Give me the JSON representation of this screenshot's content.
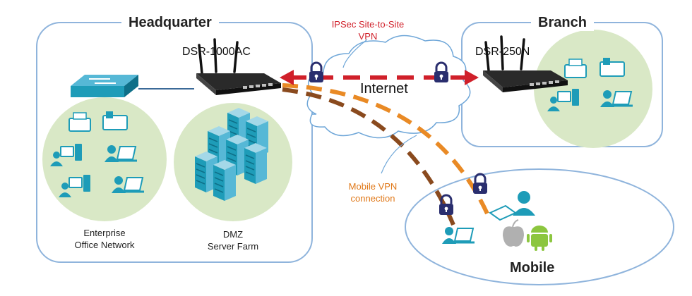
{
  "sections": {
    "headquarter": "Headquarter",
    "branch": "Branch",
    "mobile": "Mobile"
  },
  "devices": {
    "hq_router": "DSR-1000AC",
    "branch_router": "DSR-250N"
  },
  "labels": {
    "office_line1": "Enterprise",
    "office_line2": "Office Network",
    "dmz_line1": "DMZ",
    "dmz_line2": "Server Farm",
    "internet": "Internet",
    "ipsec_line1": "IPSec Site-to-Site",
    "ipsec_line2": "VPN",
    "mobile_vpn_line1": "Mobile VPN",
    "mobile_vpn_line2": "connection"
  },
  "colors": {
    "panel_border": "#8fb4dc",
    "cluster_fill": "#d9e8c6",
    "icon_teal": "#1e9cb8",
    "vpn_red": "#d0202a",
    "vpn_orange": "#e98a25",
    "vpn_brown": "#8a4a1e",
    "lock_navy": "#2a2e6e",
    "android_green": "#8cc63f"
  },
  "icons": [
    "router-icon",
    "switch-icon",
    "printer-icon",
    "fax-icon",
    "desktop-user-icon",
    "laptop-user-icon",
    "server-rack-icon",
    "lock-icon",
    "cloud-icon",
    "tablet-icon",
    "apple-icon",
    "android-icon"
  ]
}
